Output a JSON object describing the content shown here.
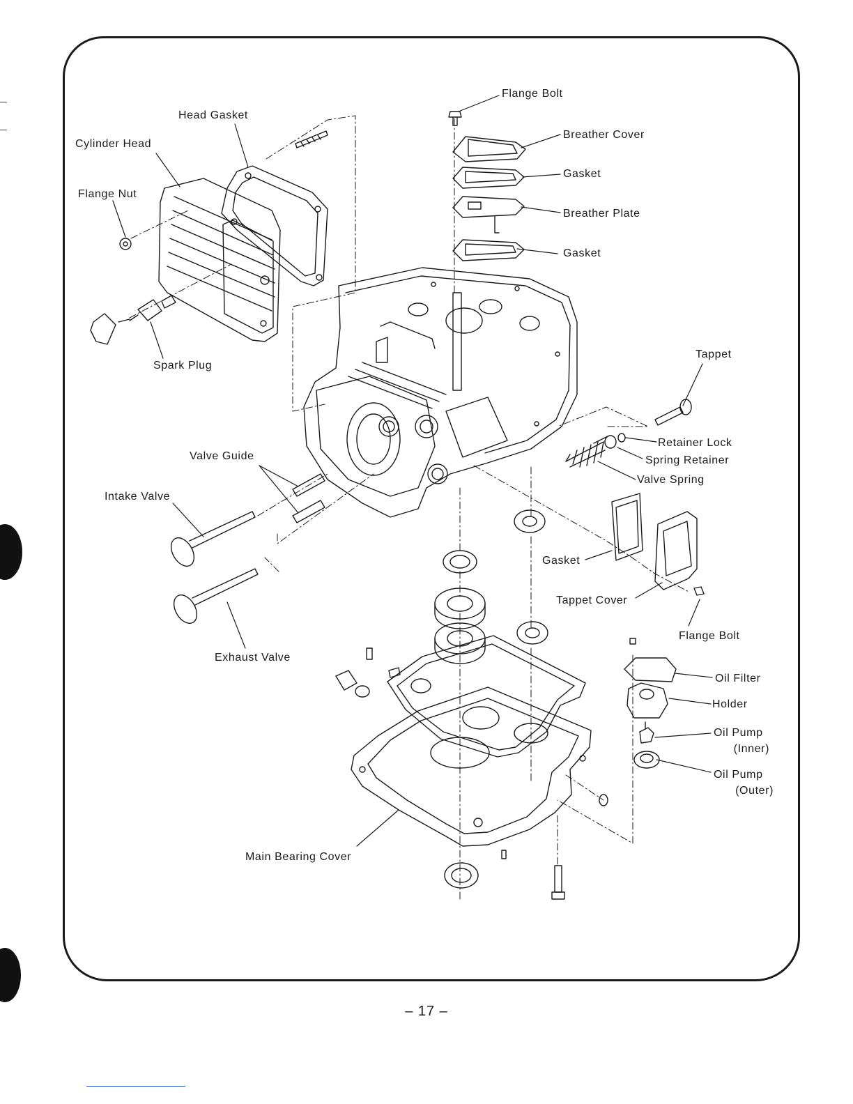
{
  "labels": {
    "flange_bolt_top": "Flange Bolt",
    "head_gasket": "Head Gasket",
    "cylinder_head": "Cylinder Head",
    "breather_cover": "Breather Cover",
    "gasket_upper": "Gasket",
    "flange_nut": "Flange Nut",
    "breather_plate": "Breather Plate",
    "gasket_lower": "Gasket",
    "spark_plug": "Spark Plug",
    "tappet": "Tappet",
    "retainer_lock": "Retainer Lock",
    "spring_retainer": "Spring Retainer",
    "valve_guide": "Valve Guide",
    "valve_spring": "Valve Spring",
    "intake_valve": "Intake Valve",
    "gasket_tappet": "Gasket",
    "tappet_cover": "Tappet Cover",
    "flange_bolt_bottom": "Flange Bolt",
    "exhaust_valve": "Exhaust Valve",
    "oil_filter": "Oil Filter",
    "holder": "Holder",
    "oil_pump_inner_1": "Oil Pump",
    "oil_pump_inner_2": "(Inner)",
    "oil_pump_outer_1": "Oil Pump",
    "oil_pump_outer_2": "(Outer)",
    "main_bearing_cover": "Main Bearing Cover"
  },
  "page_number": "– 17 –",
  "colors": {
    "ink": "#1a1a1a",
    "paper": "#ffffff",
    "link_line": "#2a5fcf"
  }
}
